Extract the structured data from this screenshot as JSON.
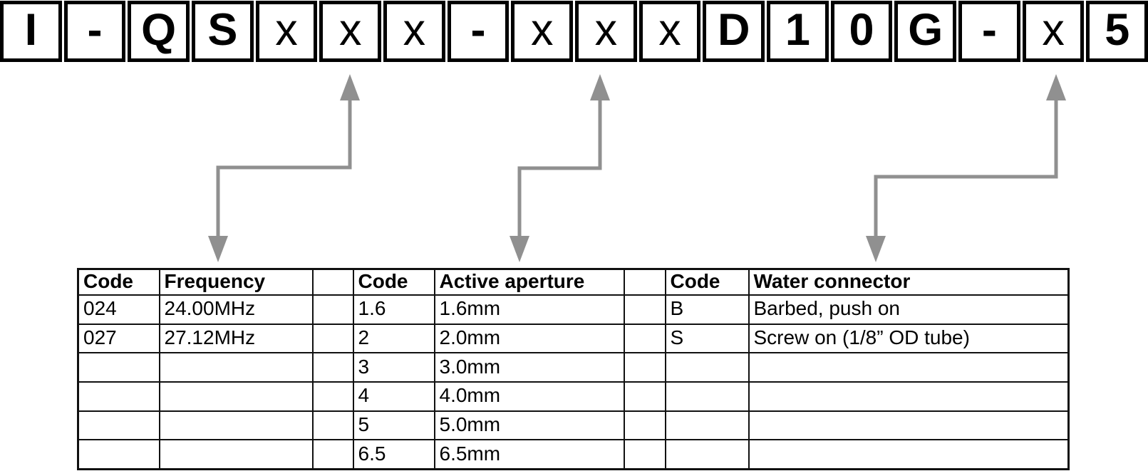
{
  "part_number": {
    "cells": [
      {
        "char": "I",
        "bold": true
      },
      {
        "char": "-",
        "bold": true
      },
      {
        "char": "Q",
        "bold": true
      },
      {
        "char": "S",
        "bold": true
      },
      {
        "char": "x",
        "bold": false
      },
      {
        "char": "x",
        "bold": false
      },
      {
        "char": "x",
        "bold": false
      },
      {
        "char": "-",
        "bold": true
      },
      {
        "char": "x",
        "bold": false
      },
      {
        "char": "x",
        "bold": false
      },
      {
        "char": "x",
        "bold": false
      },
      {
        "char": "D",
        "bold": true
      },
      {
        "char": "1",
        "bold": true
      },
      {
        "char": "0",
        "bold": true
      },
      {
        "char": "G",
        "bold": true
      },
      {
        "char": "-",
        "bold": true
      },
      {
        "char": "x",
        "bold": false
      },
      {
        "char": "5",
        "bold": true
      }
    ]
  },
  "arrows": [
    {
      "name": "arrow-frequency",
      "connects_cell_index": 5,
      "connects_column": "Frequency"
    },
    {
      "name": "arrow-active-aperture",
      "connects_cell_index": 9,
      "connects_column": "Active aperture"
    },
    {
      "name": "arrow-water-connector",
      "connects_cell_index": 16,
      "connects_column": "Water connector"
    }
  ],
  "legend_table": {
    "groups": [
      {
        "code_header": "Code",
        "label_header": "Frequency",
        "rows": [
          {
            "code": "024",
            "value": "24.00MHz"
          },
          {
            "code": "027",
            "value": "27.12MHz"
          }
        ]
      },
      {
        "code_header": "Code",
        "label_header": "Active aperture",
        "rows": [
          {
            "code": "1.6",
            "value": "1.6mm"
          },
          {
            "code": "2",
            "value": "2.0mm"
          },
          {
            "code": "3",
            "value": "3.0mm"
          },
          {
            "code": "4",
            "value": "4.0mm"
          },
          {
            "code": "5",
            "value": "5.0mm"
          },
          {
            "code": "6.5",
            "value": "6.5mm"
          }
        ]
      },
      {
        "code_header": "Code",
        "label_header": "Water connector",
        "rows": [
          {
            "code": "B",
            "value": "Barbed, push on"
          },
          {
            "code": "S",
            "value": "Screw on (1/8” OD tube)"
          }
        ]
      }
    ]
  },
  "colors": {
    "background": "#ffffff",
    "ink": "#000000",
    "arrow": "#909090",
    "table_border": "#111111"
  }
}
